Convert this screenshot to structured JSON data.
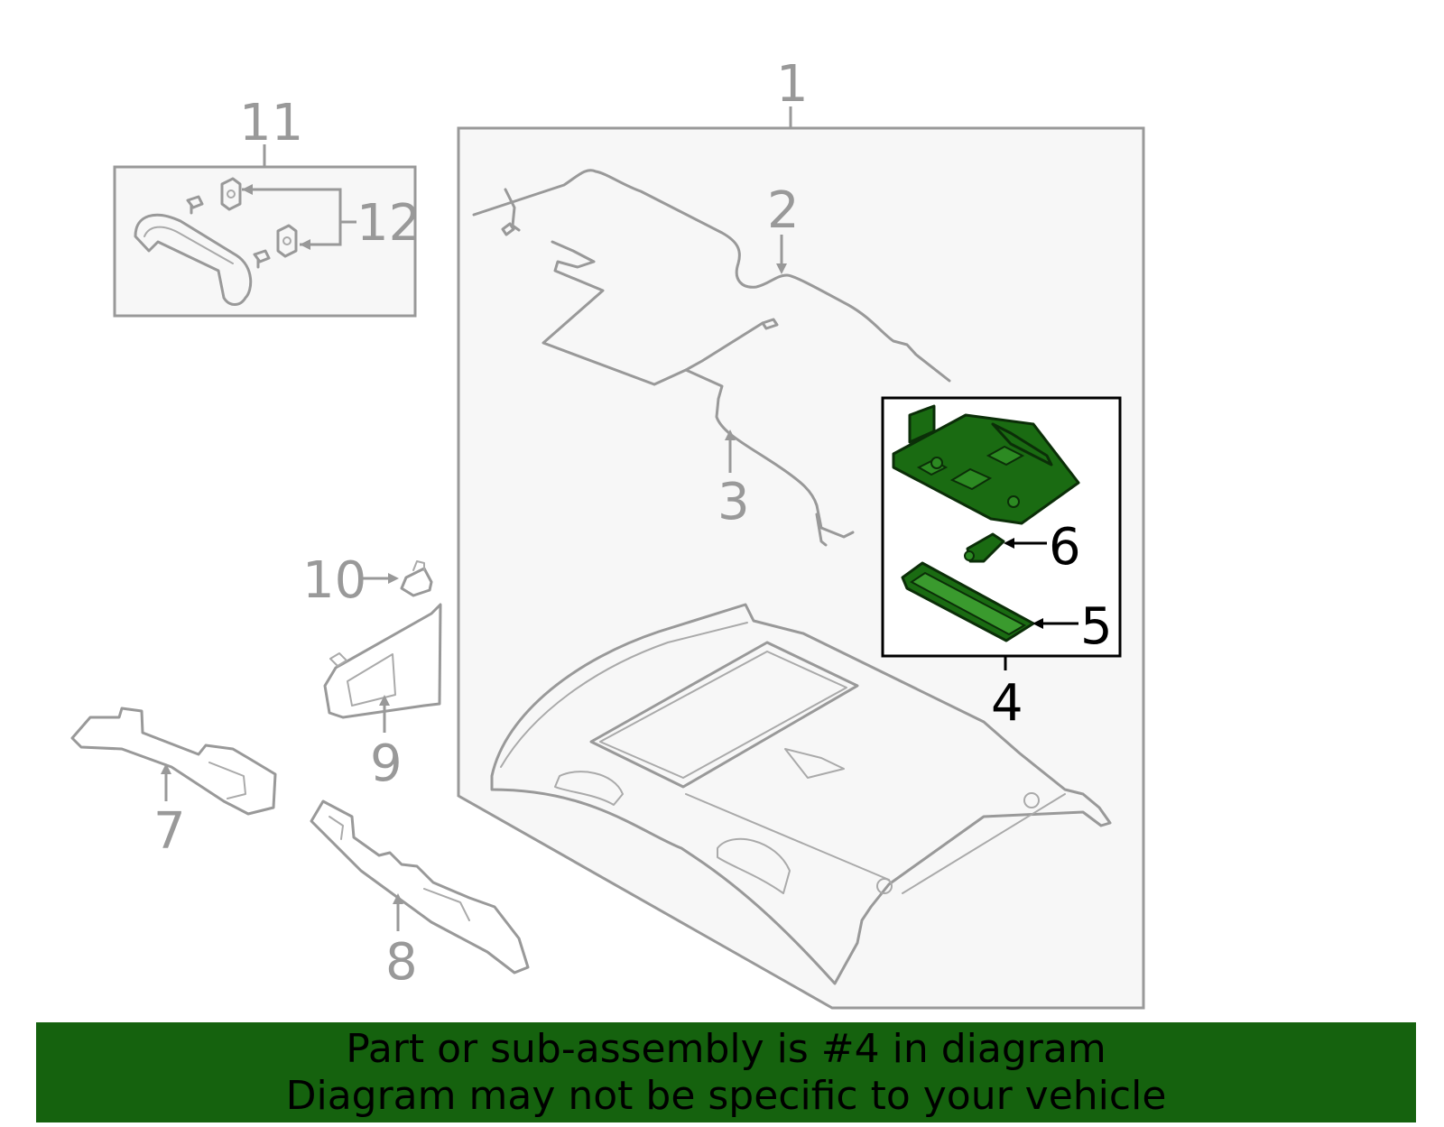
{
  "callouts": {
    "c1": "1",
    "c2": "2",
    "c3": "3",
    "c4": "4",
    "c5": "5",
    "c6": "6",
    "c7": "7",
    "c8": "8",
    "c9": "9",
    "c10": "10",
    "c11": "11",
    "c12": "12"
  },
  "highlighted_part": "4",
  "colors": {
    "highlight_fill": "#1a6b12",
    "banner_background": "#15620e",
    "line_gray": "#999999"
  },
  "banner": {
    "line1": "Part or sub-assembly is #4 in diagram",
    "line2": "Diagram may not be specific to your vehicle"
  }
}
